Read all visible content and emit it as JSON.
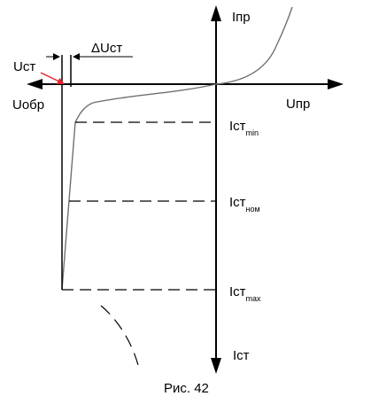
{
  "axes": {
    "y_positive_label": "Iпр",
    "y_negative_label": "Iст",
    "x_positive_label": "Uпр",
    "x_negative_label": "Uобр"
  },
  "labels": {
    "u_st": "Uст",
    "delta_u_st": "ΔUст"
  },
  "current_levels": [
    {
      "main": "Iст",
      "sub": "min"
    },
    {
      "main": "Iст",
      "sub": "ном"
    },
    {
      "main": "Iст",
      "sub": "max"
    }
  ],
  "caption": "Рис. 42",
  "colors": {
    "ink": "#000000",
    "curve": "#707070",
    "pointer": "#e8202a"
  }
}
